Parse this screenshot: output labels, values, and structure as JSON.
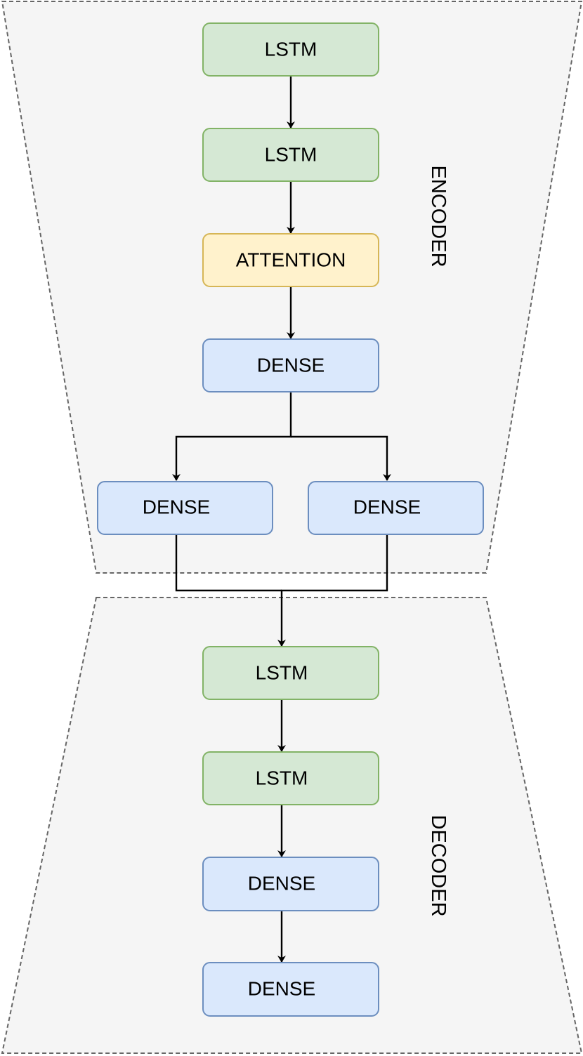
{
  "colors": {
    "lstm_fill": "#d5e8d4",
    "lstm_stroke": "#82b366",
    "attention_fill": "#fff2cc",
    "attention_stroke": "#d6b656",
    "dense_fill": "#dae8fc",
    "dense_stroke": "#6c8ebf",
    "region_fill": "#f5f5f5",
    "region_stroke": "#666666",
    "edge": "#000000"
  },
  "encoder": {
    "label": "ENCODER",
    "nodes": [
      {
        "id": "enc-lstm-1",
        "type": "lstm",
        "label": "LSTM"
      },
      {
        "id": "enc-lstm-2",
        "type": "lstm",
        "label": "LSTM"
      },
      {
        "id": "enc-attention",
        "type": "attention",
        "label": "ATTENTION"
      },
      {
        "id": "enc-dense-1",
        "type": "dense",
        "label": "DENSE"
      },
      {
        "id": "enc-dense-left",
        "type": "dense",
        "label": "DENSE"
      },
      {
        "id": "enc-dense-right",
        "type": "dense",
        "label": "DENSE"
      }
    ]
  },
  "decoder": {
    "label": "DECODER",
    "nodes": [
      {
        "id": "dec-lstm-1",
        "type": "lstm",
        "label": "LSTM"
      },
      {
        "id": "dec-lstm-2",
        "type": "lstm",
        "label": "LSTM"
      },
      {
        "id": "dec-dense-1",
        "type": "dense",
        "label": "DENSE"
      },
      {
        "id": "dec-dense-2",
        "type": "dense",
        "label": "DENSE"
      }
    ]
  },
  "edges": [
    {
      "from": "enc-lstm-1",
      "to": "enc-lstm-2"
    },
    {
      "from": "enc-lstm-2",
      "to": "enc-attention"
    },
    {
      "from": "enc-attention",
      "to": "enc-dense-1"
    },
    {
      "from": "enc-dense-1",
      "to": "enc-dense-left"
    },
    {
      "from": "enc-dense-1",
      "to": "enc-dense-right"
    },
    {
      "from": "enc-dense-left",
      "to": "dec-lstm-1"
    },
    {
      "from": "enc-dense-right",
      "to": "dec-lstm-1"
    },
    {
      "from": "dec-lstm-1",
      "to": "dec-lstm-2"
    },
    {
      "from": "dec-lstm-2",
      "to": "dec-dense-1"
    },
    {
      "from": "dec-dense-1",
      "to": "dec-dense-2"
    }
  ]
}
